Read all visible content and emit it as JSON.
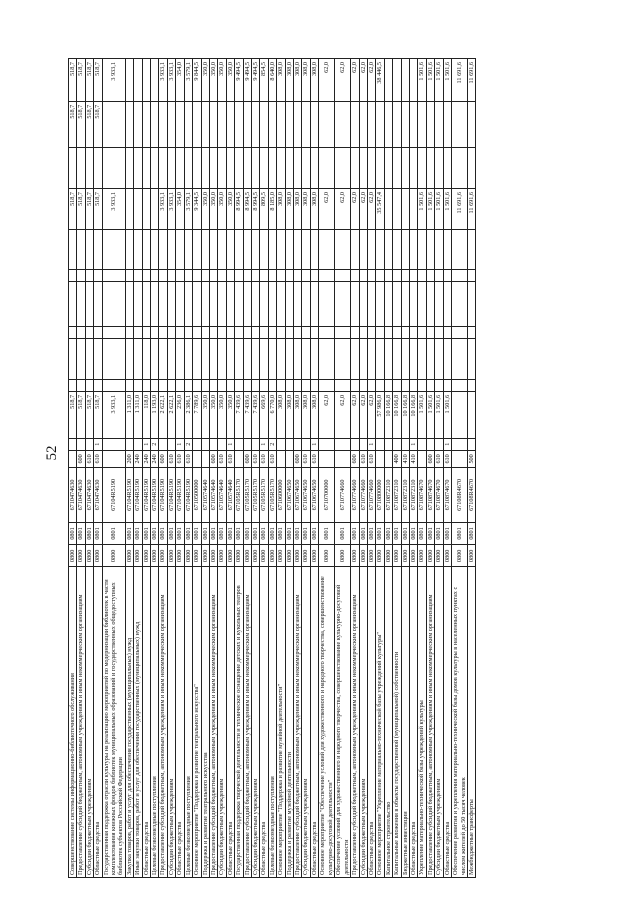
{
  "page_number": "52",
  "rows": [
    {
      "name": "Совершенствование системы информационно-библиотечного обслуживания",
      "ved": "0800",
      "rz": "0801",
      "csr": "6710474630",
      "vr": "",
      "n1": "518,7",
      "n2": "",
      "n3": "",
      "n4": "",
      "n5": "518,7",
      "n6": "518,7",
      "n7": "518,7",
      "e1": "",
      "e2": "",
      "e3": "",
      "tall": false
    },
    {
      "name": "Предоставление субсидий бюджетным, автономным учреждениям и иным некоммерческим организациям",
      "ved": "0800",
      "rz": "0801",
      "csr": "6710474630",
      "vr": "600",
      "n1": "518,7",
      "n2": "",
      "n3": "",
      "n4": "",
      "n5": "518,7",
      "n6": "518,7",
      "n7": "518,7",
      "e1": "",
      "e2": "",
      "e3": "",
      "tall": false
    },
    {
      "name": "Субсидии бюджетным учреждениям",
      "ved": "0800",
      "rz": "0801",
      "csr": "6710474630",
      "vr": "610",
      "n1": "518,7",
      "n2": "",
      "n3": "",
      "n4": "",
      "n5": "518,7",
      "n6": "518,7",
      "n7": "518,7",
      "e1": "",
      "e2": "",
      "e3": "",
      "tall": false
    },
    {
      "name": "Областные средства",
      "ved": "0800",
      "rz": "0801",
      "csr": "6710474630",
      "vr": "610",
      "n1": "518,7",
      "n2": "",
      "n3": "",
      "n4": "",
      "n5": "518,7",
      "n6": "518,7",
      "n7": "518,7",
      "e1": "1",
      "e2": "",
      "e3": "",
      "tall": false
    },
    {
      "name": "Государственная поддержка отрасли культуры на реализацию мероприятий по модернизации библиотек в части комплектования книжных фондов библиотек муниципальных образований и государственных общедоступных библиотек субъектов Российской Федерации",
      "ved": "0800",
      "rz": "0801",
      "csr": "67104R5190",
      "vr": "",
      "n1": "3 933,1",
      "n2": "",
      "n3": "",
      "n4": "",
      "n5": "3 933,1",
      "n6": "",
      "n7": "3 933,1",
      "e1": "",
      "e2": "",
      "e3": "",
      "tall": true
    },
    {
      "name": "Закупка товаров, работ и услуг для обеспечения государственных (муниципальных) нужд",
      "ved": "0800",
      "rz": "0801",
      "csr": "67104R5190",
      "vr": "200",
      "n1": "1 311,0",
      "n2": "",
      "n3": "",
      "n4": "",
      "n5": "",
      "n6": "",
      "n7": "",
      "e1": "",
      "e2": "",
      "e3": "",
      "tall": false
    },
    {
      "name": "Иные закупки товаров, работ и услуг для обеспечения государственных (муниципальных) нужд",
      "ved": "0800",
      "rz": "0801",
      "csr": "67104R5190",
      "vr": "240",
      "n1": "1 311,0",
      "n2": "",
      "n3": "",
      "n4": "",
      "n5": "",
      "n6": "",
      "n7": "",
      "e1": "",
      "e2": "",
      "e3": "",
      "tall": false
    },
    {
      "name": "Областные средства",
      "ved": "0800",
      "rz": "0801",
      "csr": "67104R5190",
      "vr": "240",
      "n1": "118,0",
      "n2": "",
      "n3": "",
      "n4": "",
      "n5": "",
      "n6": "",
      "n7": "",
      "e1": "1",
      "e2": "",
      "e3": "",
      "tall": false
    },
    {
      "name": "Целевые безвозмездные поступления",
      "ved": "0800",
      "rz": "0801",
      "csr": "67104R5190",
      "vr": "240",
      "n1": "1 193,0",
      "n2": "",
      "n3": "",
      "n4": "",
      "n5": "",
      "n6": "",
      "n7": "",
      "e1": "2",
      "e2": "",
      "e3": "",
      "tall": false
    },
    {
      "name": "Предоставление субсидий бюджетным, автономным учреждениям и иным некоммерческим организациям",
      "ved": "0800",
      "rz": "0801",
      "csr": "67104R5190",
      "vr": "600",
      "n1": "2 622,1",
      "n2": "",
      "n3": "",
      "n4": "",
      "n5": "3 933,1",
      "n6": "",
      "n7": "3 933,1",
      "e1": "",
      "e2": "",
      "e3": "",
      "tall": false
    },
    {
      "name": "Субсидии бюджетным учреждениям",
      "ved": "0800",
      "rz": "0801",
      "csr": "67104R5190",
      "vr": "610",
      "n1": "2 622,1",
      "n2": "",
      "n3": "",
      "n4": "",
      "n5": "3 933,1",
      "n6": "",
      "n7": "3 933,1",
      "e1": "",
      "e2": "",
      "e3": "",
      "tall": false
    },
    {
      "name": "Областные средства",
      "ved": "0800",
      "rz": "0801",
      "csr": "67104R5190",
      "vr": "610",
      "n1": "236,0",
      "n2": "",
      "n3": "",
      "n4": "",
      "n5": "354,0",
      "n6": "",
      "n7": "354,0",
      "e1": "1",
      "e2": "",
      "e3": "",
      "tall": false
    },
    {
      "name": "Целевые безвозмездные поступления",
      "ved": "0800",
      "rz": "0801",
      "csr": "67104R5190",
      "vr": "610",
      "n1": "2 386,1",
      "n2": "",
      "n3": "",
      "n4": "",
      "n5": "3 579,1",
      "n6": "",
      "n7": "3 579,1",
      "e1": "2",
      "e2": "",
      "e3": "",
      "tall": false
    },
    {
      "name": "Основное мероприятие \"Поддержка и развитие театрального искусства\"",
      "ved": "0800",
      "rz": "0801",
      "csr": "6710500000",
      "vr": "",
      "n1": "7 789,6",
      "n2": "",
      "n3": "",
      "n4": "",
      "n5": "9 344,5",
      "n6": "",
      "n7": "9 844,5",
      "e1": "",
      "e2": "",
      "e3": "",
      "tall": false
    },
    {
      "name": "Поддержка и развитие театрального искусства",
      "ved": "0800",
      "rz": "0801",
      "csr": "6710574640",
      "vr": "",
      "n1": "350,0",
      "n2": "",
      "n3": "",
      "n4": "",
      "n5": "350,0",
      "n6": "",
      "n7": "350,0",
      "e1": "",
      "e2": "",
      "e3": "",
      "tall": false
    },
    {
      "name": "Предоставление субсидий бюджетным, автономным учреждениям и иным некоммерческим организациям",
      "ved": "0800",
      "rz": "0801",
      "csr": "6710574640",
      "vr": "600",
      "n1": "350,0",
      "n2": "",
      "n3": "",
      "n4": "",
      "n5": "350,0",
      "n6": "",
      "n7": "350,0",
      "e1": "",
      "e2": "",
      "e3": "",
      "tall": false
    },
    {
      "name": "Субсидии бюджетным учреждениям",
      "ved": "0800",
      "rz": "0801",
      "csr": "6710574640",
      "vr": "610",
      "n1": "350,0",
      "n2": "",
      "n3": "",
      "n4": "",
      "n5": "350,0",
      "n6": "",
      "n7": "350,0",
      "e1": "",
      "e2": "",
      "e3": "",
      "tall": false
    },
    {
      "name": "Областные средства",
      "ved": "0800",
      "rz": "0801",
      "csr": "6710574640",
      "vr": "610",
      "n1": "350,0",
      "n2": "",
      "n3": "",
      "n4": "",
      "n5": "350,0",
      "n6": "",
      "n7": "350,0",
      "e1": "1",
      "e2": "",
      "e3": "",
      "tall": false
    },
    {
      "name": "Государственная поддержка творческой деятельности и техническое оснащение детских и кукольных театров",
      "ved": "0800",
      "rz": "0801",
      "csr": "67105R5170",
      "vr": "",
      "n1": "7 439,6",
      "n2": "",
      "n3": "",
      "n4": "",
      "n5": "8 994,5",
      "n6": "",
      "n7": "9 494,5",
      "e1": "",
      "e2": "",
      "e3": "",
      "tall": false
    },
    {
      "name": "Предоставление субсидий бюджетным, автономным учреждениям и иным некоммерческим организациям",
      "ved": "0800",
      "rz": "0801",
      "csr": "67105R5170",
      "vr": "600",
      "n1": "7 439,6",
      "n2": "",
      "n3": "",
      "n4": "",
      "n5": "8 994,5",
      "n6": "",
      "n7": "9 494,5",
      "e1": "",
      "e2": "",
      "e3": "",
      "tall": false
    },
    {
      "name": "Субсидии бюджетным учреждениям",
      "ved": "0800",
      "rz": "0801",
      "csr": "67105R5170",
      "vr": "610",
      "n1": "7 439,6",
      "n2": "",
      "n3": "",
      "n4": "",
      "n5": "8 994,5",
      "n6": "",
      "n7": "9 494,5",
      "e1": "",
      "e2": "",
      "e3": "",
      "tall": false
    },
    {
      "name": "Областные средства",
      "ved": "0800",
      "rz": "0801",
      "csr": "67105R5170",
      "vr": "610",
      "n1": "669,6",
      "n2": "",
      "n3": "",
      "n4": "",
      "n5": "809,5",
      "n6": "",
      "n7": "854,5",
      "e1": "1",
      "e2": "",
      "e3": "",
      "tall": false
    },
    {
      "name": "Целевые безвозмездные поступления",
      "ved": "0800",
      "rz": "0801",
      "csr": "67105R5170",
      "vr": "610",
      "n1": "6 770,0",
      "n2": "",
      "n3": "",
      "n4": "",
      "n5": "8 185,0",
      "n6": "",
      "n7": "8 640,0",
      "e1": "2",
      "e2": "",
      "e3": "",
      "tall": false
    },
    {
      "name": "Основное мероприятие \"Поддержка и развитие музейной деятельности\"",
      "ved": "0800",
      "rz": "0801",
      "csr": "6710600000",
      "vr": "",
      "n1": "308,0",
      "n2": "",
      "n3": "",
      "n4": "",
      "n5": "308,0",
      "n6": "",
      "n7": "308,0",
      "e1": "",
      "e2": "",
      "e3": "",
      "tall": false
    },
    {
      "name": "Поддержка и развитие музейной деятельности",
      "ved": "0800",
      "rz": "0801",
      "csr": "6710674650",
      "vr": "",
      "n1": "308,0",
      "n2": "",
      "n3": "",
      "n4": "",
      "n5": "308,0",
      "n6": "",
      "n7": "308,0",
      "e1": "",
      "e2": "",
      "e3": "",
      "tall": false
    },
    {
      "name": "Предоставление субсидий бюджетным, автономным учреждениям и иным некоммерческим организациям",
      "ved": "0800",
      "rz": "0801",
      "csr": "6710674650",
      "vr": "600",
      "n1": "308,0",
      "n2": "",
      "n3": "",
      "n4": "",
      "n5": "308,0",
      "n6": "",
      "n7": "308,0",
      "e1": "",
      "e2": "",
      "e3": "",
      "tall": false
    },
    {
      "name": "Субсидии бюджетным учреждениям",
      "ved": "0800",
      "rz": "0801",
      "csr": "6710674650",
      "vr": "610",
      "n1": "308,0",
      "n2": "",
      "n3": "",
      "n4": "",
      "n5": "308,0",
      "n6": "",
      "n7": "308,0",
      "e1": "",
      "e2": "",
      "e3": "",
      "tall": false
    },
    {
      "name": "Областные средства",
      "ved": "0800",
      "rz": "0801",
      "csr": "6710674650",
      "vr": "610",
      "n1": "308,0",
      "n2": "",
      "n3": "",
      "n4": "",
      "n5": "308,0",
      "n6": "",
      "n7": "308,0",
      "e1": "1",
      "e2": "",
      "e3": "",
      "tall": false
    },
    {
      "name": "Основное мероприятие \"Обеспечение условий для художественного и народного творчества, совершенствование культурно-досуговой деятельности\"",
      "ved": "0800",
      "rz": "0801",
      "csr": "6710700000",
      "vr": "",
      "n1": "62,0",
      "n2": "",
      "n3": "",
      "n4": "",
      "n5": "62,0",
      "n6": "",
      "n7": "62,0",
      "e1": "",
      "e2": "",
      "e3": "",
      "tall": true
    },
    {
      "name": "Обеспечение условий для художественного и народного творчества, совершенствование культурно-досуговой деятельности",
      "ved": "0800",
      "rz": "0801",
      "csr": "6710774660",
      "vr": "",
      "n1": "62,0",
      "n2": "",
      "n3": "",
      "n4": "",
      "n5": "62,0",
      "n6": "",
      "n7": "62,0",
      "e1": "",
      "e2": "",
      "e3": "",
      "tall": true
    },
    {
      "name": "Предоставление субсидий бюджетным, автономным учреждениям и иным некоммерческим организациям",
      "ved": "0800",
      "rz": "0801",
      "csr": "6710774660",
      "vr": "600",
      "n1": "62,0",
      "n2": "",
      "n3": "",
      "n4": "",
      "n5": "62,0",
      "n6": "",
      "n7": "62,0",
      "e1": "",
      "e2": "",
      "e3": "",
      "tall": false
    },
    {
      "name": "Субсидии бюджетным учреждениям",
      "ved": "0800",
      "rz": "0801",
      "csr": "6710774660",
      "vr": "610",
      "n1": "62,0",
      "n2": "",
      "n3": "",
      "n4": "",
      "n5": "62,0",
      "n6": "",
      "n7": "62,0",
      "e1": "",
      "e2": "",
      "e3": "",
      "tall": false
    },
    {
      "name": "Областные средства",
      "ved": "0800",
      "rz": "0801",
      "csr": "6710774660",
      "vr": "610",
      "n1": "62,0",
      "n2": "",
      "n3": "",
      "n4": "",
      "n5": "62,0",
      "n6": "",
      "n7": "62,0",
      "e1": "1",
      "e2": "",
      "e3": "",
      "tall": false
    },
    {
      "name": "Основное мероприятие \"Укрепление материально-технической базы учреждений культуры\"",
      "ved": "0800",
      "rz": "0801",
      "csr": "6710800000",
      "vr": "",
      "n1": "57 986,0",
      "n2": "",
      "n3": "",
      "n4": "",
      "n5": "35 547,4",
      "n6": "",
      "n7": "38 446,5",
      "e1": "",
      "e2": "",
      "e3": "",
      "tall": false
    },
    {
      "name": "Капитальное строительство",
      "ved": "0800",
      "rz": "0801",
      "csr": "6710872310",
      "vr": "",
      "n1": "10 166,8",
      "n2": "",
      "n3": "",
      "n4": "",
      "n5": "",
      "n6": "",
      "n7": "",
      "e1": "",
      "e2": "",
      "e3": "",
      "tall": false
    },
    {
      "name": "Капитальные вложения в объекты государственной (муниципальной) собственности",
      "ved": "0800",
      "rz": "0801",
      "csr": "6710872310",
      "vr": "400",
      "n1": "10 166,8",
      "n2": "",
      "n3": "",
      "n4": "",
      "n5": "",
      "n6": "",
      "n7": "",
      "e1": "",
      "e2": "",
      "e3": "",
      "tall": false
    },
    {
      "name": "Бюджетные инвестиции",
      "ved": "0800",
      "rz": "0801",
      "csr": "6710872310",
      "vr": "410",
      "n1": "10 166,8",
      "n2": "",
      "n3": "",
      "n4": "",
      "n5": "",
      "n6": "",
      "n7": "",
      "e1": "",
      "e2": "",
      "e3": "",
      "tall": false
    },
    {
      "name": "Областные средства",
      "ved": "0800",
      "rz": "0801",
      "csr": "6710872310",
      "vr": "410",
      "n1": "10 166,8",
      "n2": "",
      "n3": "",
      "n4": "",
      "n5": "",
      "n6": "",
      "n7": "",
      "e1": "1",
      "e2": "",
      "e3": "",
      "tall": false
    },
    {
      "name": "Укрепление материально-технической базы учреждений культуры",
      "ved": "0800",
      "rz": "0801",
      "csr": "6710874670",
      "vr": "",
      "n1": "1 501,6",
      "n2": "",
      "n3": "",
      "n4": "",
      "n5": "1 501,6",
      "n6": "",
      "n7": "1 501,6",
      "e1": "",
      "e2": "",
      "e3": "",
      "tall": false
    },
    {
      "name": "Предоставление субсидий бюджетным, автономным учреждениям и иным некоммерческим организациям",
      "ved": "0800",
      "rz": "0801",
      "csr": "6710874670",
      "vr": "600",
      "n1": "1 501,6",
      "n2": "",
      "n3": "",
      "n4": "",
      "n5": "1 501,6",
      "n6": "",
      "n7": "1 501,6",
      "e1": "",
      "e2": "",
      "e3": "",
      "tall": false
    },
    {
      "name": "Субсидии бюджетным учреждениям",
      "ved": "0800",
      "rz": "0801",
      "csr": "6710874670",
      "vr": "610",
      "n1": "1 501,6",
      "n2": "",
      "n3": "",
      "n4": "",
      "n5": "1 501,6",
      "n6": "",
      "n7": "1 501,6",
      "e1": "",
      "e2": "",
      "e3": "",
      "tall": false
    },
    {
      "name": "Областные средства",
      "ved": "0800",
      "rz": "0801",
      "csr": "6710874670",
      "vr": "610",
      "n1": "1 501,6",
      "n2": "",
      "n3": "",
      "n4": "",
      "n5": "1 501,6",
      "n6": "",
      "n7": "1 501,6",
      "e1": "1",
      "e2": "",
      "e3": "",
      "tall": false
    },
    {
      "name": "Обеспечение развития и укрепления материально-технической базы домов культуры в населенных пунктах с числом жителей до 50 тысяч человек",
      "ved": "0800",
      "rz": "0801",
      "csr": "67108R4670",
      "vr": "",
      "n1": "",
      "n2": "",
      "n3": "",
      "n4": "",
      "n5": "11 691,6",
      "n6": "",
      "n7": "11 691,6",
      "e1": "",
      "e2": "",
      "e3": "",
      "tall": true
    },
    {
      "name": "Межбюджетные трансферты",
      "ved": "0800",
      "rz": "0801",
      "csr": "67108R4670",
      "vr": "500",
      "n1": "",
      "n2": "",
      "n3": "",
      "n4": "",
      "n5": "11 691,6",
      "n6": "",
      "n7": "11 691,6",
      "e1": "",
      "e2": "",
      "e3": "",
      "tall": false
    }
  ]
}
